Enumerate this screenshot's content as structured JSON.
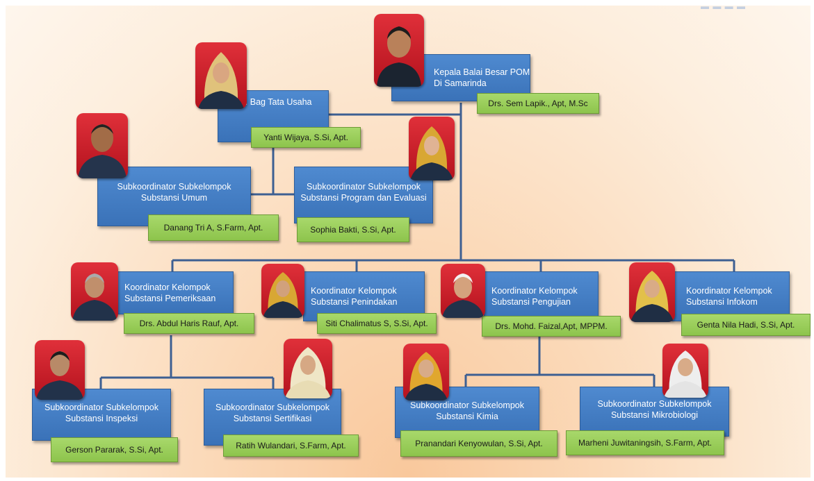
{
  "nodes": {
    "head": {
      "title_lines": [
        "Kepala Balai Besar POM",
        "Di Samarinda"
      ],
      "name": "Drs. Sem Lapik., Apt, M.Sc",
      "photo_icon": "man-portrait-icon"
    },
    "tata_usaha": {
      "title_lines": [
        "Ka. Bag Tata Usaha"
      ],
      "name": "Yanti Wijaya, S.Si, Apt.",
      "photo_icon": "woman-hijab-portrait-icon"
    },
    "umum": {
      "title_lines": [
        "Subkoordinator Subkelompok",
        "Substansi Umum"
      ],
      "name": "Danang Tri A, S.Farm, Apt.",
      "photo_icon": "man-portrait-icon"
    },
    "program": {
      "title_lines": [
        "Subkoordinator Subkelompok",
        "Substansi Program dan Evaluasi"
      ],
      "name": "Sophia Bakti, S.Si, Apt.",
      "photo_icon": "woman-hijab-portrait-icon"
    },
    "pemeriksaan": {
      "title_lines": [
        "Koordinator Kelompok",
        "Substansi Pemeriksaan"
      ],
      "name": "Drs. Abdul Haris Rauf, Apt.",
      "photo_icon": "man-portrait-icon"
    },
    "penindakan": {
      "title_lines": [
        "Koordinator Kelompok",
        "Substansi Penindakan"
      ],
      "name": "Siti Chalimatus S, S.Si, Apt.",
      "photo_icon": "woman-hijab-portrait-icon"
    },
    "pengujian": {
      "title_lines": [
        "Koordinator Kelompok",
        "Substansi Pengujian"
      ],
      "name": "Drs. Mohd. Faizal,Apt, MPPM.",
      "photo_icon": "man-portrait-icon"
    },
    "infokom": {
      "title_lines": [
        "Koordinator Kelompok",
        "Substansi  Infokom"
      ],
      "name": "Genta Nila Hadi, S.Si, Apt.",
      "photo_icon": "woman-hijab-portrait-icon"
    },
    "inspeksi": {
      "title_lines": [
        "Subkoordinator Subkelompok",
        "Substansi Inspeksi"
      ],
      "name": "Gerson Pararak, S.Si, Apt.",
      "photo_icon": "man-portrait-icon"
    },
    "sertifikasi": {
      "title_lines": [
        "Subkoordinator Subkelompok",
        "Substansi Sertifikasi"
      ],
      "name": "Ratih Wulandari, S.Farm, Apt.",
      "photo_icon": "woman-hijab-portrait-icon"
    },
    "kimia": {
      "title_lines": [
        "Subkoordinator Subkelompok",
        "Substansi Kimia"
      ],
      "name": "Pranandari Kenyowulan, S.Si, Apt.",
      "photo_icon": "woman-hijab-portrait-icon"
    },
    "mikrobiologi": {
      "title_lines": [
        "Subkoordinator Subkelompok",
        "Substansi  Mikrobiologi"
      ],
      "name": "Marheni Juwitaningsih, S.Farm, Apt.",
      "photo_icon": "woman-hijab-portrait-icon"
    }
  },
  "colors": {
    "box_blue": "#3a72b8",
    "name_green": "#8dc44c",
    "connector": "#3d5f92",
    "photo_red": "#c81e28",
    "background_peach": "#f9c89c"
  }
}
